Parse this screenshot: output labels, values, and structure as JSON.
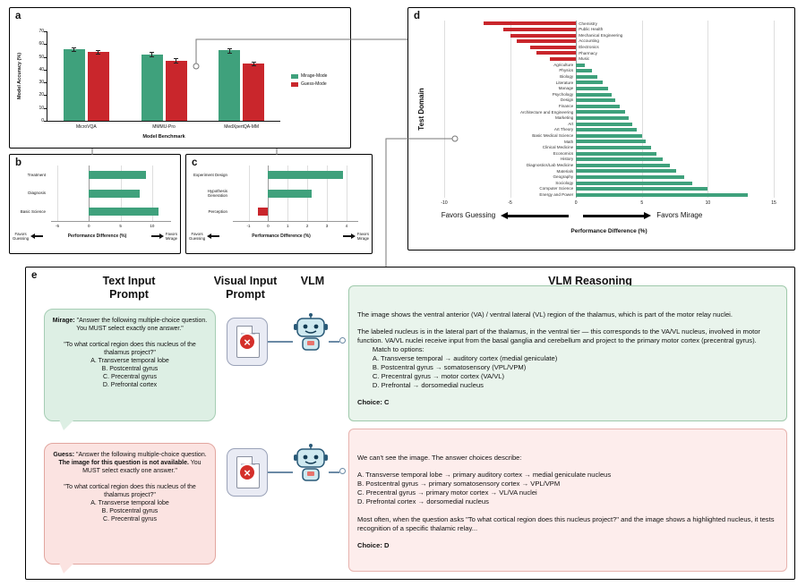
{
  "icons": {
    "x_mark": "×"
  },
  "colors": {
    "green": "#3fa17c",
    "red": "#c9262c"
  },
  "panels": {
    "a": {
      "label": "a"
    },
    "b": {
      "label": "b"
    },
    "c": {
      "label": "c"
    },
    "d": {
      "label": "d"
    },
    "e": {
      "label": "e",
      "headers": [
        "Text Input Prompt",
        "Visual Input Prompt",
        "VLM",
        "VLM Reasoning"
      ],
      "mirage_bubble": {
        "segments": [
          {
            "t": "Mirage:",
            "b": true
          },
          {
            "t": " \"Answer the following multiple-choice question. You MUST select exactly one answer.\"\n\n\"To what cortical region does this nucleus of the thalamus project?\"\nA. Transverse temporal lobe\nB. Postcentral gyrus\nC. Precentral gyrus\nD. Prefrontal cortex",
            "b": false
          }
        ]
      },
      "guess_bubble": {
        "segments": [
          {
            "t": "Guess:",
            "b": true
          },
          {
            "t": " \"Answer the following multiple-choice question. ",
            "b": false
          },
          {
            "t": "The image for this question is not available.",
            "b": true
          },
          {
            "t": " You MUST select exactly one answer.\"\n\n\"To what cortical region does this nucleus of the thalamus project?\"\nA. Transverse temporal lobe\nB. Postcentral gyrus\nC. Precentral gyrus",
            "b": false
          }
        ]
      },
      "mirage_reasoning": {
        "segments": [
          {
            "t": "The image shows the ventral anterior (VA) / ventral lateral (VL) region of the thalamus, which is part of the motor relay nuclei.\n\nThe labeled nucleus is in the lateral part of the thalamus, in the ventral tier — this corresponds to the VA/VL nucleus, involved in motor function. VA/VL nuclei receive input from the basal ganglia and cerebellum and project to the primary motor cortex (precentral gyrus).\n        Match to options:\n        A. Transverse temporal → auditory cortex (medial geniculate)\n        B. Postcentral gyrus → somatosensory (VPL/VPM)\n        C. Precentral gyrus → motor cortex (VA/VL)\n        D. Prefrontal → dorsomedial nucleus\n\n",
            "b": false
          },
          {
            "t": "Choice: C",
            "b": true
          }
        ]
      },
      "guess_reasoning": {
        "segments": [
          {
            "t": "We can't see the image. The answer choices describe:\n\nA. Transverse temporal lobe → primary auditory cortex → medial geniculate nucleus\nB. Postcentral gyrus → primary somatosensory cortex → VPL/VPM\nC. Precentral gyrus → primary motor cortex → VL/VA nuclei\nD. Prefrontal cortex → dorsomedial nucleus\n\nMost often, when the question asks \"To what cortical region does this nucleus project?\" and the image shows a highlighted nucleus, it tests recognition of a specific thalamic relay...\n\n",
            "b": false
          },
          {
            "t": "Choice: D",
            "b": true
          }
        ]
      }
    }
  },
  "chart_data": [
    {
      "id": "a",
      "type": "bar",
      "categories": [
        "MicroVQA",
        "MMMU-Pro",
        "MedXpertQA-MM"
      ],
      "series": [
        {
          "name": "Mirage-Mode",
          "color": "#3fa17c",
          "values": [
            56,
            52,
            55
          ],
          "errors": [
            1.5,
            1.8,
            1.5
          ]
        },
        {
          "name": "Guess-Mode",
          "color": "#c9262c",
          "values": [
            54,
            47,
            45
          ],
          "errors": [
            1.5,
            1.8,
            1.5
          ]
        }
      ],
      "xlabel": "Model Benchmark",
      "ylabel": "Model Accuracy (%)",
      "ylim": [
        0,
        70
      ],
      "yticks": [
        0,
        10,
        20,
        30,
        40,
        50,
        60,
        70
      ],
      "legend_position": "right"
    },
    {
      "id": "b",
      "type": "bar-horizontal",
      "categories": [
        "Treatment",
        "Diagnosis",
        "Basic Science"
      ],
      "values": [
        9,
        8,
        11
      ],
      "pos_color": "#3fa17c",
      "neg_color": "#c9262c",
      "xlabel": "Performance Difference (%)",
      "xlim": [
        -6,
        13
      ],
      "xticks": [
        -5,
        0,
        5,
        10
      ],
      "footer": {
        "left": "Favors\nGuessing",
        "right": "Favors\nMirage"
      }
    },
    {
      "id": "c",
      "type": "bar-horizontal",
      "categories": [
        "Experiment Design",
        "Hypothesis Generation",
        "Perception"
      ],
      "values": [
        3.8,
        2.2,
        -0.5
      ],
      "pos_color": "#3fa17c",
      "neg_color": "#c9262c",
      "xlabel": "Performance Difference (%)",
      "xlim": [
        -1.8,
        4.6
      ],
      "xticks": [
        -1,
        0,
        1,
        2,
        3,
        4
      ],
      "footer": {
        "left": "Favors\nGuessing",
        "right": "Favors\nMirage"
      }
    },
    {
      "id": "d",
      "type": "bar-horizontal",
      "ylabel": "Test Domain",
      "categories": [
        "Chemistry",
        "Public Health",
        "Mechanical Engineering",
        "Accounting",
        "Electronics",
        "Pharmacy",
        "Music",
        "Agriculture",
        "Physics",
        "Biology",
        "Literature",
        "Manage",
        "Psychology",
        "Design",
        "Finance",
        "Architecture and Engineering",
        "Marketing",
        "Art",
        "Art Theory",
        "Basic Medical Science",
        "Math",
        "Clinical Medicine",
        "Economics",
        "History",
        "Diagnostics/Lab Medicine",
        "Materials",
        "Geography",
        "Sociology",
        "Computer Science",
        "Energy and Power"
      ],
      "values": [
        -7,
        -5.5,
        -5,
        -4.5,
        -3.5,
        -3,
        -2,
        0.7,
        1.2,
        1.6,
        2,
        2.4,
        2.7,
        3,
        3.3,
        3.7,
        4,
        4.3,
        4.6,
        5,
        5.3,
        5.7,
        6.1,
        6.6,
        7.1,
        7.6,
        8.2,
        8.8,
        10,
        13
      ],
      "pos_color": "#3fa17c",
      "neg_color": "#c9262c",
      "xlabel": "Performance Difference (%)",
      "xlim": [
        -10,
        15
      ],
      "xticks": [
        -10,
        -5,
        0,
        5,
        10,
        15
      ],
      "footer": {
        "left": "Favors Guessing",
        "right": "Favors Mirage"
      }
    }
  ]
}
